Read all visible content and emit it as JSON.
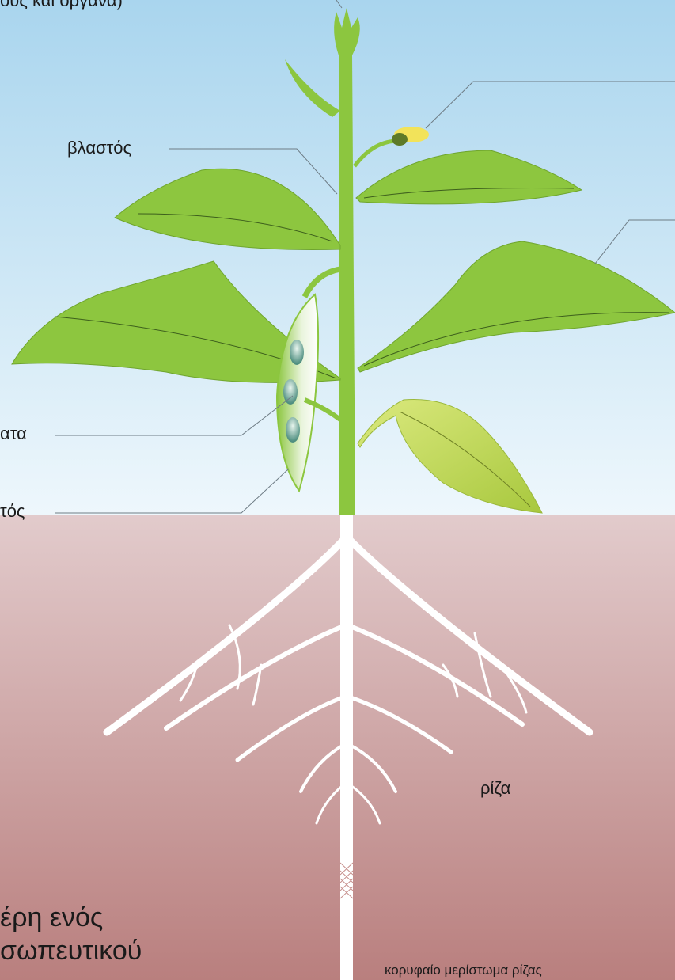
{
  "colors": {
    "sky_top": "#a9d5ee",
    "sky_bottom": "#eef7fc",
    "soil_top": "#e2cbcc",
    "soil_bottom": "#b97f7e",
    "stem": "#8cc63f",
    "leaf": "#8dc63f",
    "leaf_dark": "#6fa52e",
    "vein": "#3d5f1d",
    "yellow_leaf": "#c9d85a",
    "root": "#ffffff",
    "flower": "#f2e35a",
    "seed": "#5a9a8c"
  },
  "labels": {
    "top_partial": "ους και όργανα)",
    "stem": "βλαστός",
    "seeds_partial": "ατα",
    "fruit_partial": "τός",
    "root": "ρίζα",
    "caption_line1": "έρη ενός",
    "caption_line2": "σωπευτικού",
    "root_tip": "κορυφαίο μερίστωμα ρίζας"
  }
}
